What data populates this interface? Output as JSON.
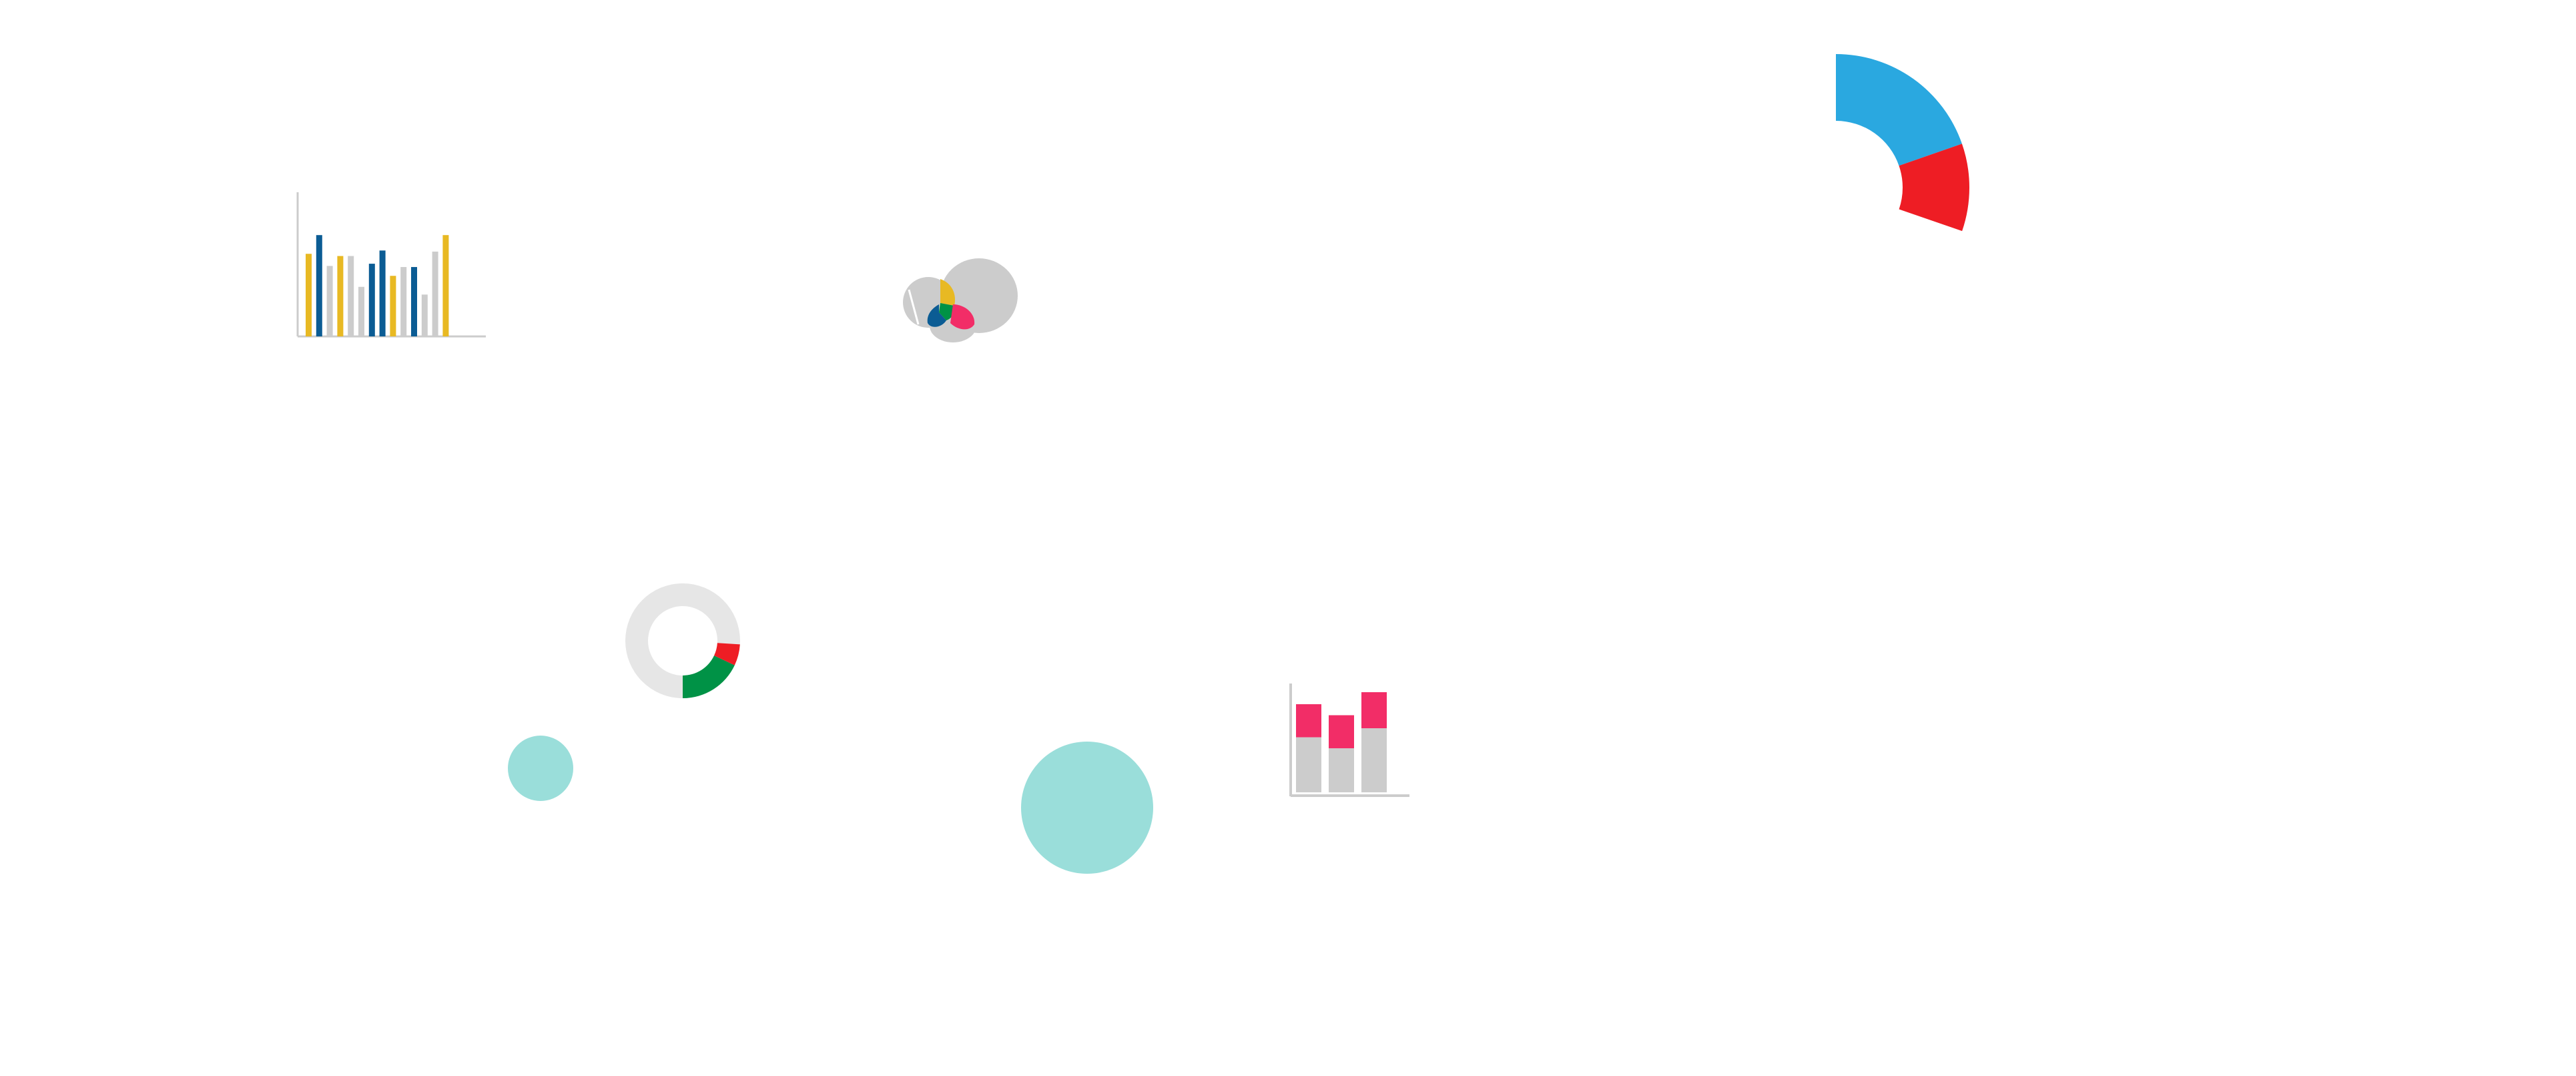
{
  "colors": {
    "background": "#ffffff",
    "gray": "#cccccc",
    "light_gray": "#e6e6e6",
    "gold": "#e8b923",
    "navy": "#0b5c94",
    "sky_blue": "#2aa8e0",
    "red": "#ee1d24",
    "pink": "#f22d67",
    "green": "#009246",
    "teal": "#9adeda"
  },
  "illustrations": {
    "bar_icon": {
      "icon": "bar-chart-icon",
      "bars": [
        {
          "color": "gold",
          "level": 0.75
        },
        {
          "color": "navy",
          "level": 0.92
        },
        {
          "color": "gray",
          "level": 0.64
        },
        {
          "color": "gold",
          "level": 0.73
        },
        {
          "color": "gray",
          "level": 0.73
        },
        {
          "color": "gray",
          "level": 0.45
        },
        {
          "color": "navy",
          "level": 0.66
        },
        {
          "color": "navy",
          "level": 0.78
        },
        {
          "color": "gold",
          "level": 0.55
        },
        {
          "color": "gray",
          "level": 0.63
        },
        {
          "color": "navy",
          "level": 0.63
        },
        {
          "color": "gray",
          "level": 0.38
        },
        {
          "color": "gray",
          "level": 0.77
        },
        {
          "color": "gold",
          "level": 0.92
        }
      ]
    },
    "venn_icon": {
      "icon": "venn-diagram-icon"
    },
    "gauge_icon": {
      "icon": "gauge-arc-icon",
      "segments": [
        {
          "color": "sky_blue",
          "share": 0.65
        },
        {
          "color": "red",
          "share": 0.35
        }
      ]
    },
    "donut_icon": {
      "icon": "donut-chart-icon",
      "segments": [
        {
          "color": "green",
          "share": 0.18
        },
        {
          "color": "red",
          "share": 0.06
        }
      ]
    },
    "stacked_bar_icon": {
      "icon": "stacked-bar-chart-icon",
      "bars": [
        {
          "bottom": 0.55,
          "top": 0.33
        },
        {
          "bottom": 0.44,
          "top": 0.33
        },
        {
          "bottom": 0.64,
          "top": 0.36
        }
      ]
    },
    "bubbles": [
      {
        "icon": "small-bubble-icon",
        "color": "teal"
      },
      {
        "icon": "large-bubble-icon",
        "color": "teal"
      }
    ]
  }
}
